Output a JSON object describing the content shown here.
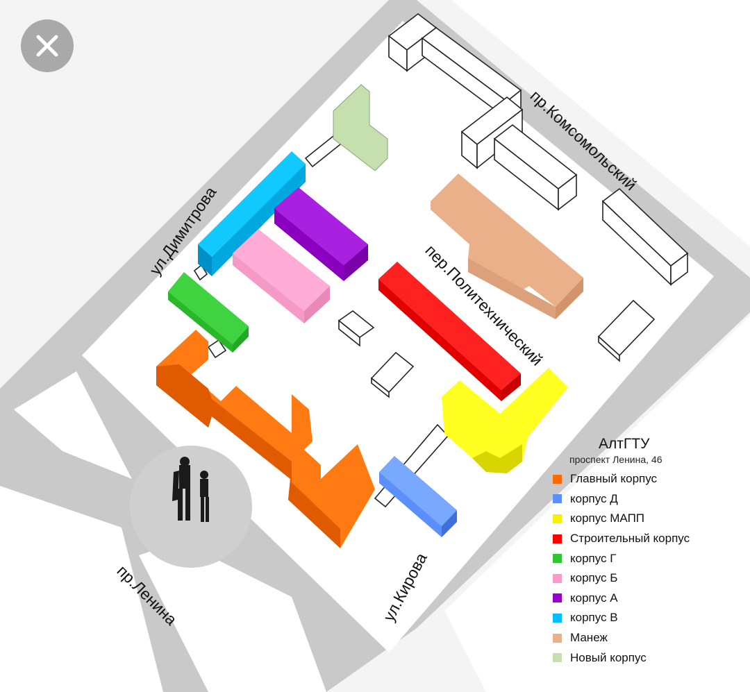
{
  "map": {
    "colors": {
      "background": "#f4f4f4",
      "road": "#c9c9c9",
      "block": "#ffffff"
    },
    "streets": {
      "dimitrova": "ул.Димитрова",
      "komsomolsky": "пр.Комсомольский",
      "politechnichesky": "пер.Политехнический",
      "lenina": "пр.Ленина",
      "kirova": "ул.Кирова"
    },
    "monument_icon": "statue-icon"
  },
  "close_button": {
    "icon": "close-icon"
  },
  "legend": {
    "title": "АлтГТУ",
    "subtitle": "проспект Ленина, 46",
    "items": [
      {
        "label": "Главный корпус",
        "color": "#ff6a00"
      },
      {
        "label": "корпус Д",
        "color": "#5b8ff9"
      },
      {
        "label": "корпус МАПП",
        "color": "#f7f300"
      },
      {
        "label": "Строительный корпус",
        "color": "#ff0000"
      },
      {
        "label": "корпус Г",
        "color": "#2fc52f"
      },
      {
        "label": "корпус Б",
        "color": "#ff99cc"
      },
      {
        "label": "корпус А",
        "color": "#9900cc"
      },
      {
        "label": "корпус В",
        "color": "#00bfff"
      },
      {
        "label": "Манеж",
        "color": "#eab08a"
      },
      {
        "label": "Новый корпус",
        "color": "#c5e0ae"
      }
    ]
  }
}
